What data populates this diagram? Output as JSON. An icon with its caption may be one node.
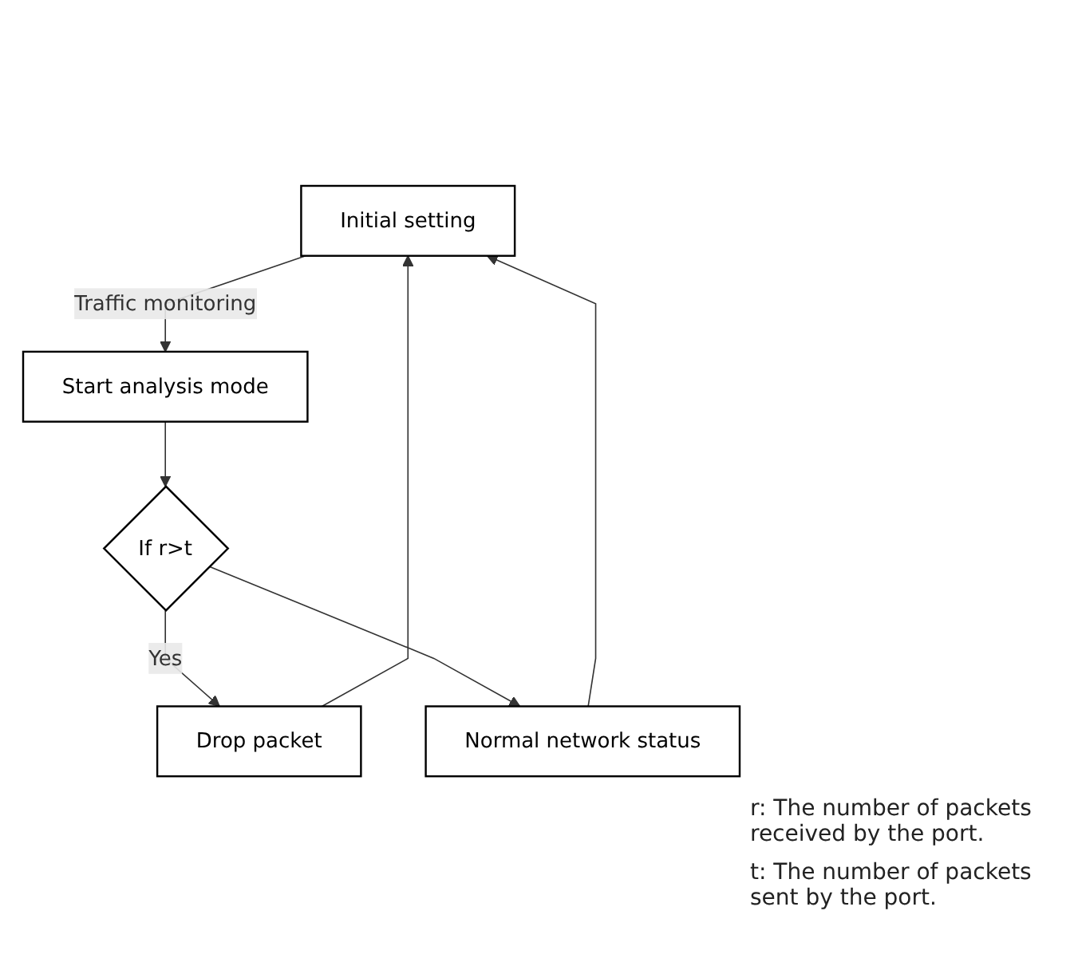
{
  "diagram": {
    "nodes": [
      {
        "text": [
          "Initial setting"
        ]
      },
      {
        "text": [
          "Start analysis mode"
        ]
      },
      {
        "text": [
          "If r>t"
        ]
      },
      {
        "text": [
          "Drop packet"
        ]
      },
      {
        "text": [
          "Normal network status"
        ]
      }
    ],
    "edges": [
      {
        "from": 0,
        "to": 1,
        "arrow": "to",
        "label": "Traffic monitoring"
      },
      {
        "from": 1,
        "to": 2,
        "arrow": "to"
      },
      {
        "from": 2,
        "to": 3,
        "arrow": "to",
        "label": "Yes"
      },
      {
        "from": 3,
        "to": 0,
        "arrow": "to"
      },
      {
        "from": 2,
        "to": 4,
        "arrow": "to"
      },
      {
        "from": 4,
        "to": 0,
        "arrow": "to"
      }
    ],
    "labels": [
      "r: The number of packets received by the port.",
      "t: The number of packets sent by the port."
    ]
  }
}
